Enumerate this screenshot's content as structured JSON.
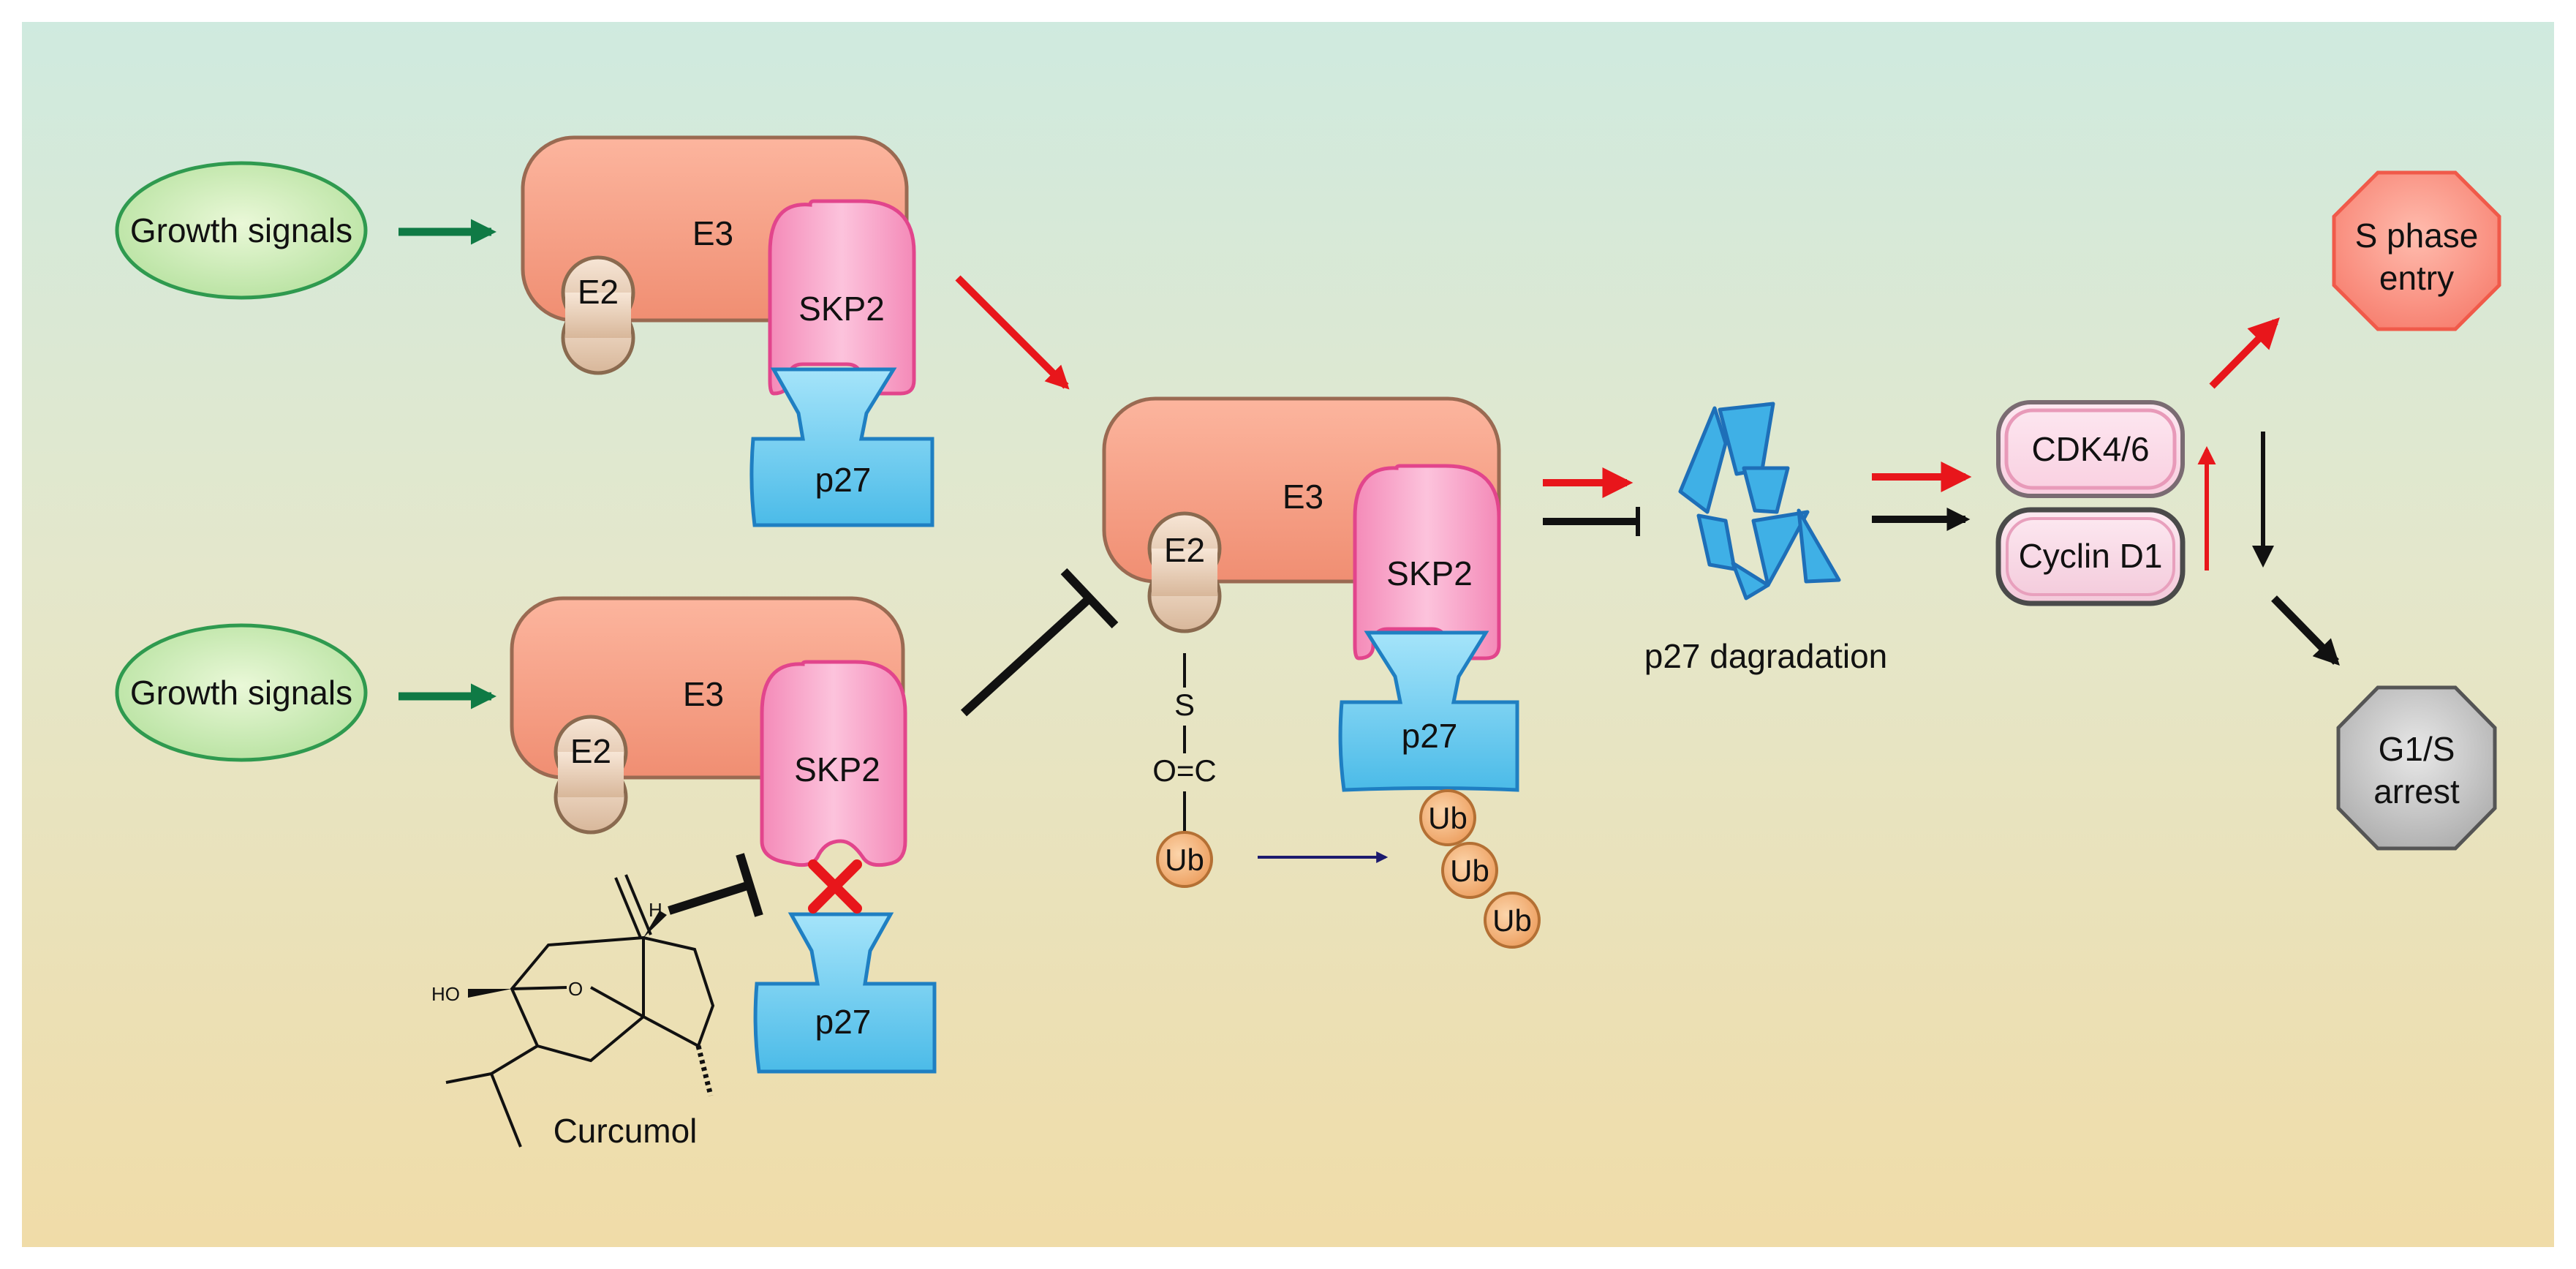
{
  "labels": {
    "growth_signals_top": "Growth signals",
    "growth_signals_bottom": "Growth signals",
    "e3_top": "E3",
    "e2_top": "E2",
    "skp2_top": "SKP2",
    "p27_top": "p27",
    "e3_bottom": "E3",
    "e2_bottom": "E2",
    "skp2_bottom": "SKP2",
    "p27_bottom": "p27",
    "curcumol": "Curcumol",
    "atom_h": "H",
    "atom_ho": "HO",
    "atom_o": "O",
    "e3_center": "E3",
    "e2_center": "E2",
    "skp2_center": "SKP2",
    "p27_center": "p27",
    "thioester_s": "S",
    "thioester_oc": "O=C",
    "ub_free": "Ub",
    "ub_chain": [
      "Ub",
      "Ub",
      "Ub"
    ],
    "p27_degradation": "p27 dagradation",
    "cdk46": "CDK4/6",
    "cyclin_d1": "Cyclin D1",
    "s_phase_line1": "S phase",
    "s_phase_line2": "entry",
    "g1s_line1": "G1/S",
    "g1s_line2": "arrest"
  },
  "colors": {
    "activation_green": "#0f7a45",
    "activation_red": "#e8161b",
    "inhibition_black": "#111111",
    "transfer_navy": "#1c1a6e",
    "e3_fill": "#f49f86",
    "skp2_fill": "#f7a9c9",
    "p27_fill": "#7fd3f2",
    "ub_fill": "#f3b27c",
    "s_phase_fill": "#fa8f7f",
    "g1s_fill": "#c4c4c4"
  }
}
